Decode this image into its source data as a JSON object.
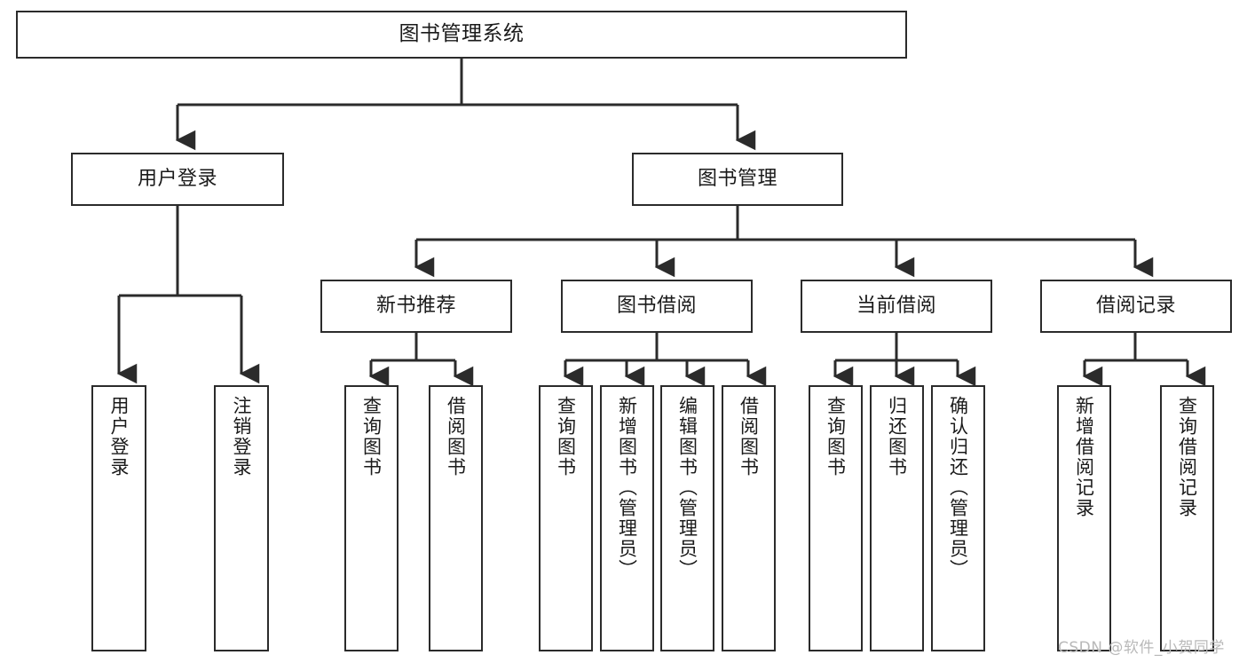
{
  "diagram": {
    "type": "tree-hierarchy",
    "title": "图书管理系统",
    "root": {
      "id": "root",
      "label": "图书管理系统",
      "orientation": "horizontal"
    },
    "level2": [
      {
        "id": "user-login",
        "label": "用户登录",
        "orientation": "horizontal"
      },
      {
        "id": "book-manage",
        "label": "图书管理",
        "orientation": "horizontal"
      }
    ],
    "level3": [
      {
        "id": "new-book-recommend",
        "label": "新书推荐",
        "orientation": "horizontal",
        "parent": "book-manage"
      },
      {
        "id": "book-borrow",
        "label": "图书借阅",
        "orientation": "horizontal",
        "parent": "book-manage"
      },
      {
        "id": "current-borrow",
        "label": "当前借阅",
        "orientation": "horizontal",
        "parent": "book-manage"
      },
      {
        "id": "borrow-record",
        "label": "借阅记录",
        "orientation": "horizontal",
        "parent": "book-manage"
      }
    ],
    "leaves": [
      {
        "id": "leaf-user-login",
        "label": "用户登录",
        "orientation": "vertical",
        "parent": "user-login"
      },
      {
        "id": "leaf-user-logout",
        "label": "注销登录",
        "orientation": "vertical",
        "parent": "user-login"
      },
      {
        "id": "leaf-query-book-1",
        "label": "查询图书",
        "orientation": "vertical",
        "parent": "new-book-recommend"
      },
      {
        "id": "leaf-borrow-book-1",
        "label": "借阅图书",
        "orientation": "vertical",
        "parent": "new-book-recommend"
      },
      {
        "id": "leaf-query-book-2",
        "label": "查询图书",
        "orientation": "vertical",
        "parent": "book-borrow"
      },
      {
        "id": "leaf-add-book",
        "label": "新增图书（管理员）",
        "orientation": "vertical",
        "parent": "book-borrow"
      },
      {
        "id": "leaf-edit-book",
        "label": "编辑图书（管理员）",
        "orientation": "vertical",
        "parent": "book-borrow"
      },
      {
        "id": "leaf-borrow-book-2",
        "label": "借阅图书",
        "orientation": "vertical",
        "parent": "book-borrow"
      },
      {
        "id": "leaf-query-book-3",
        "label": "查询图书",
        "orientation": "vertical",
        "parent": "current-borrow"
      },
      {
        "id": "leaf-return-book",
        "label": "归还图书",
        "orientation": "vertical",
        "parent": "current-borrow"
      },
      {
        "id": "leaf-confirm-return",
        "label": "确认归还（管理员）",
        "orientation": "vertical",
        "parent": "current-borrow"
      },
      {
        "id": "leaf-add-record",
        "label": "新增借阅记录",
        "orientation": "vertical",
        "parent": "borrow-record"
      },
      {
        "id": "leaf-query-record",
        "label": "查询借阅记录",
        "orientation": "vertical",
        "parent": "borrow-record"
      }
    ],
    "colors": {
      "stroke": "#2b2b2b",
      "fill": "#ffffff",
      "text": "#1a1a1a",
      "watermark": "#b9b9b9"
    }
  },
  "watermark": {
    "text": "CSDN @软件_小贺同学"
  }
}
